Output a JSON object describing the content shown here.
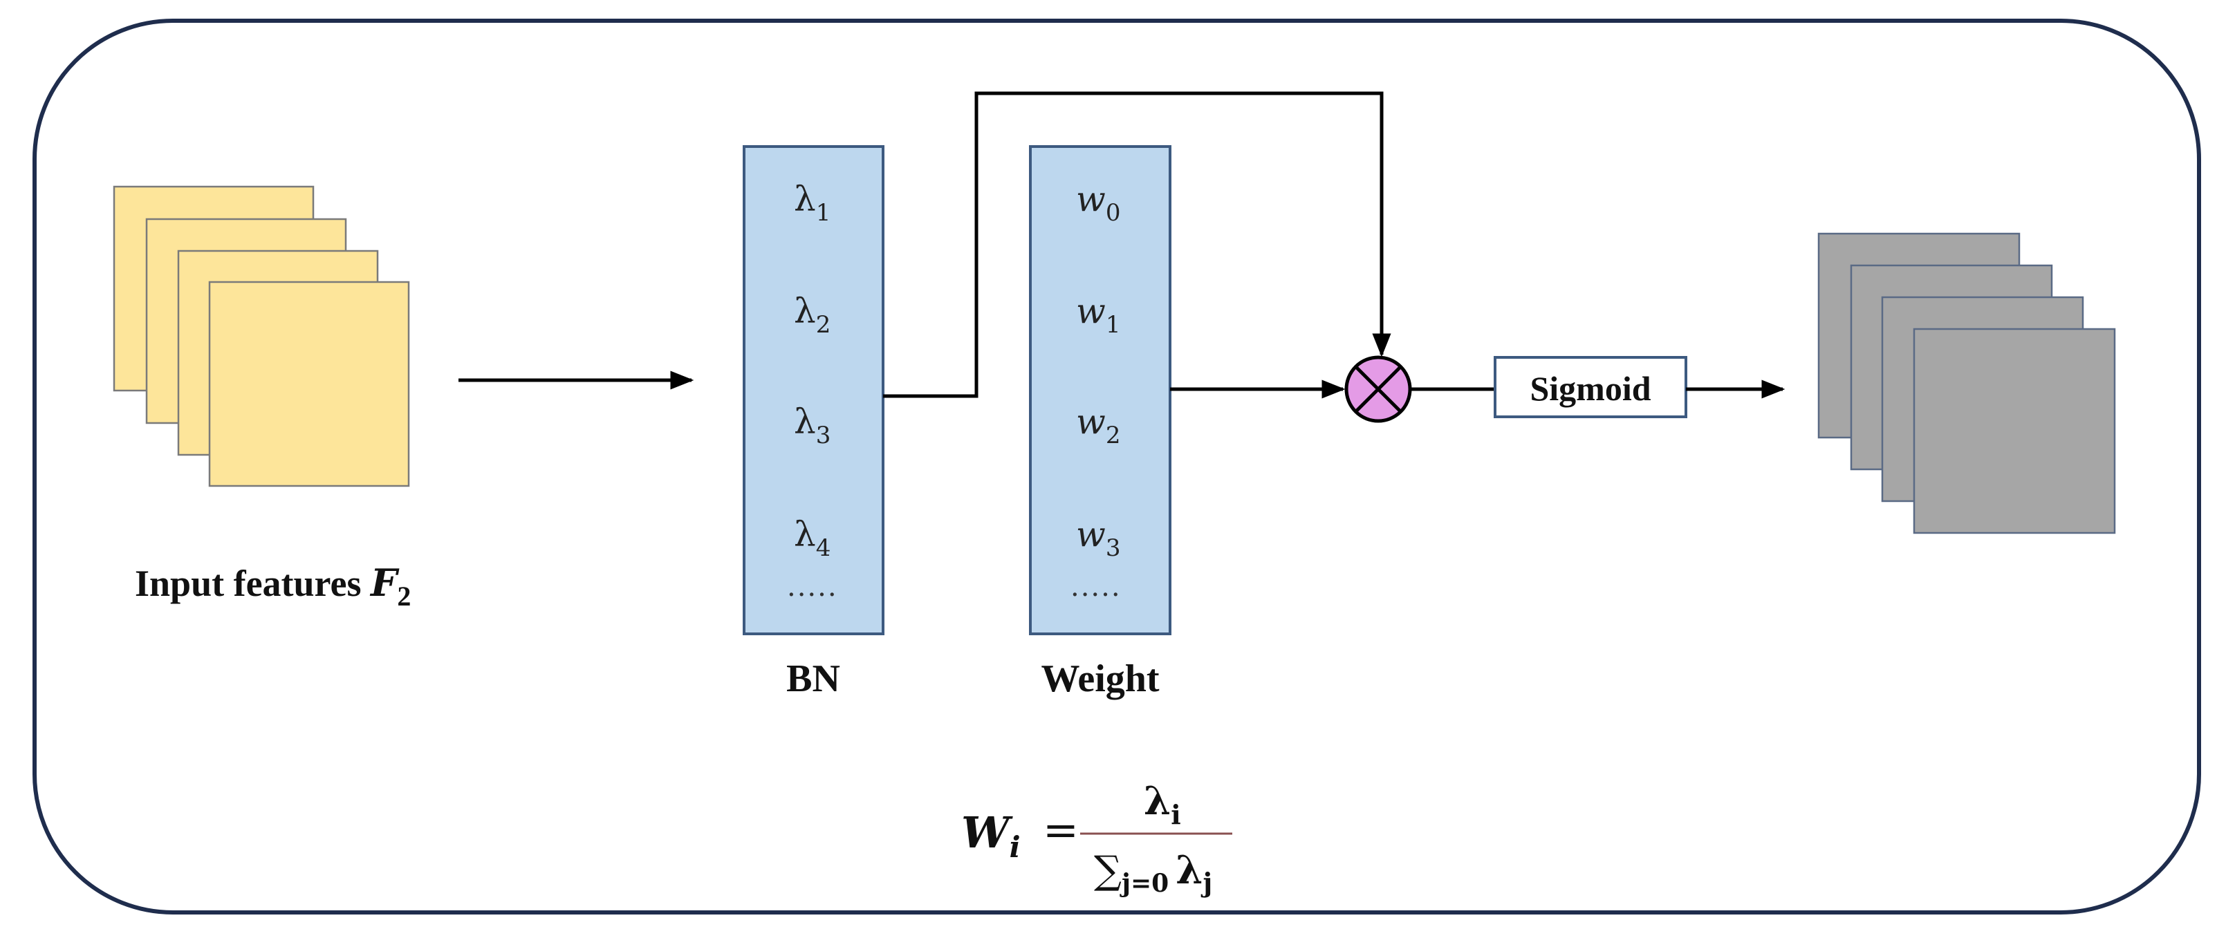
{
  "input": {
    "label": "Input features ",
    "var": "F",
    "sub": "2"
  },
  "bn": {
    "label": "BN",
    "items": [
      {
        "base": "λ",
        "sub": "1"
      },
      {
        "base": "λ",
        "sub": "2"
      },
      {
        "base": "λ",
        "sub": "3"
      },
      {
        "base": "λ",
        "sub": "4"
      }
    ],
    "ellipsis": "....."
  },
  "weight": {
    "label": "Weight",
    "items": [
      {
        "base": "w",
        "sub": "0"
      },
      {
        "base": "w",
        "sub": "1"
      },
      {
        "base": "w",
        "sub": "2"
      },
      {
        "base": "w",
        "sub": "3"
      }
    ],
    "ellipsis": "....."
  },
  "sigmoid": {
    "label": "Sigmoid"
  },
  "formula": {
    "lhs": "W",
    "lhs_sub": "i",
    "eq": "=",
    "num": "λ",
    "num_sub": "i",
    "den_sum": "∑",
    "den_sub": "j=0",
    "den": "λ",
    "den_var_sub": "j"
  },
  "colors": {
    "frame": "#1f2d4d",
    "input_fill": "#fde59a",
    "input_stroke": "#7a7a7a",
    "column_fill": "#bdd7ee",
    "column_stroke": "#3d5a80",
    "multiply_fill": "#e49be6",
    "output_fill": "#a6a6a6",
    "output_stroke": "#5a6a85",
    "line": "#000000"
  }
}
